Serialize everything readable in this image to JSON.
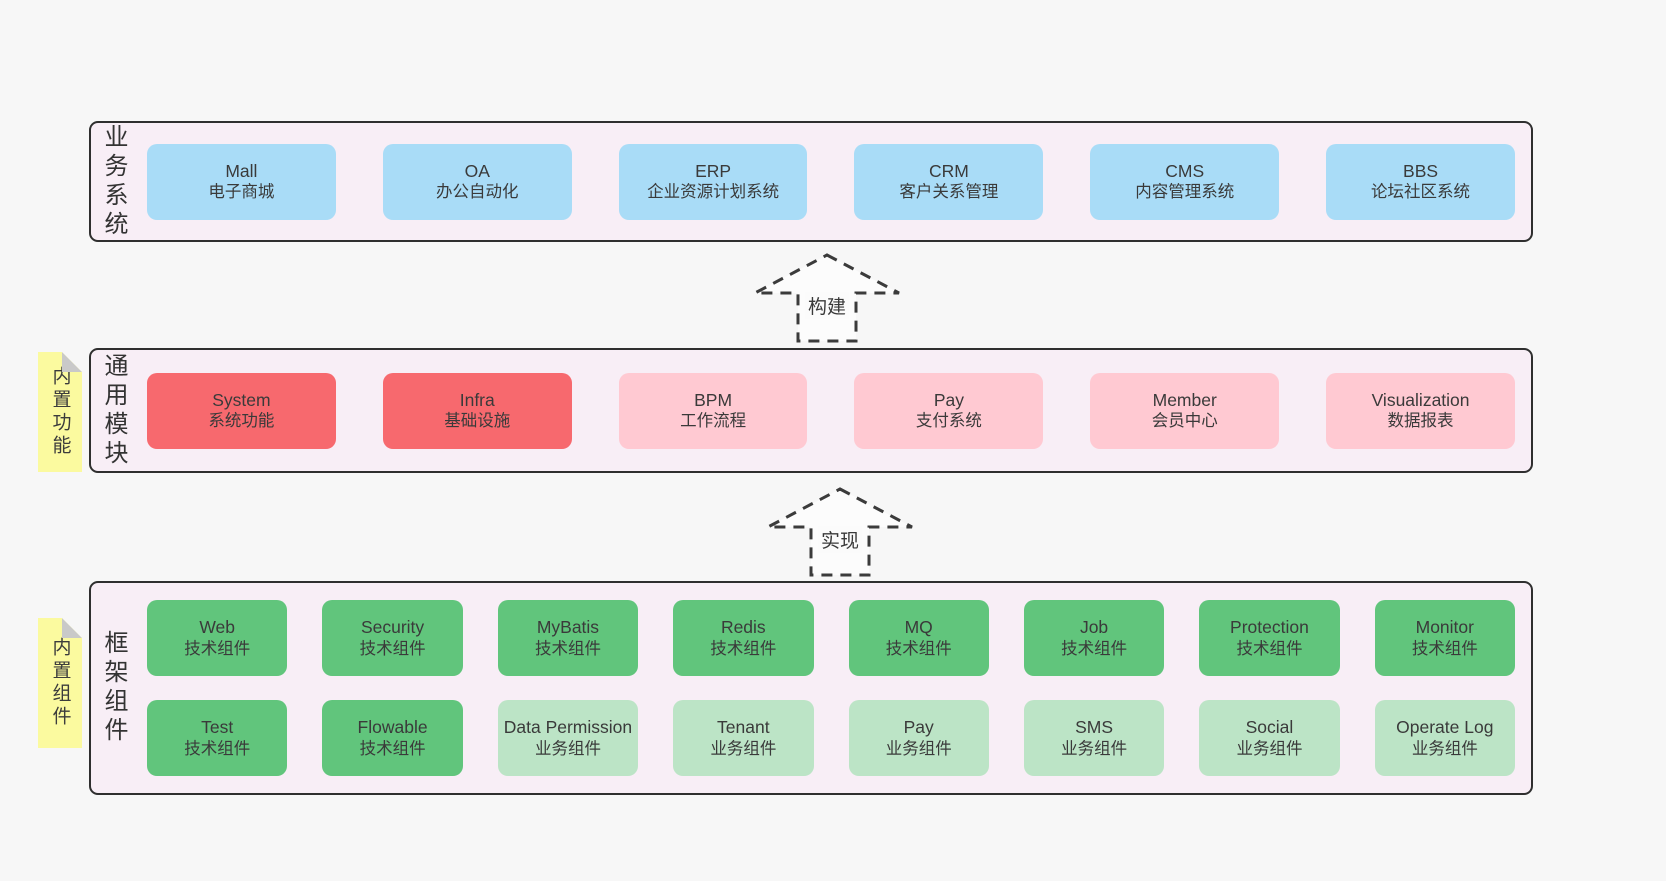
{
  "page": {
    "background": "#f7f7f7"
  },
  "diagram": {
    "colors": {
      "blue": "#a9dcf7",
      "red": "#f7696e",
      "pink": "#ffc9d2",
      "green": "#61c57c",
      "green_light": "#bce4c6",
      "band_bg": "#f8eef6",
      "band_border": "#2f2f2f",
      "sticky_bg": "#fbfa9f",
      "sticky_fold": "#c9c9c9",
      "text": "#3a3a3a"
    },
    "bands": [
      {
        "label": "业务系统",
        "sticky": "",
        "rows": [
          [
            {
              "title": "Mall",
              "subtitle": "电子商城",
              "color": "blue"
            },
            {
              "title": "OA",
              "subtitle": "办公自动化",
              "color": "blue"
            },
            {
              "title": "ERP",
              "subtitle": "企业资源计划系统",
              "color": "blue"
            },
            {
              "title": "CRM",
              "subtitle": "客户关系管理",
              "color": "blue"
            },
            {
              "title": "CMS",
              "subtitle": "内容管理系统",
              "color": "blue"
            },
            {
              "title": "BBS",
              "subtitle": "论坛社区系统",
              "color": "blue"
            }
          ]
        ]
      },
      {
        "label": "通用模块",
        "sticky": "内置功能",
        "rows": [
          [
            {
              "title": "System",
              "subtitle": "系统功能",
              "color": "red"
            },
            {
              "title": "Infra",
              "subtitle": "基础设施",
              "color": "red"
            },
            {
              "title": "BPM",
              "subtitle": "工作流程",
              "color": "pink"
            },
            {
              "title": "Pay",
              "subtitle": "支付系统",
              "color": "pink"
            },
            {
              "title": "Member",
              "subtitle": "会员中心",
              "color": "pink"
            },
            {
              "title": "Visualization",
              "subtitle": "数据报表",
              "color": "pink"
            }
          ]
        ]
      },
      {
        "label": "框架组件",
        "sticky": "内置组件",
        "rows": [
          [
            {
              "title": "Web",
              "subtitle": "技术组件",
              "color": "green"
            },
            {
              "title": "Security",
              "subtitle": "技术组件",
              "color": "green"
            },
            {
              "title": "MyBatis",
              "subtitle": "技术组件",
              "color": "green"
            },
            {
              "title": "Redis",
              "subtitle": "技术组件",
              "color": "green"
            },
            {
              "title": "MQ",
              "subtitle": "技术组件",
              "color": "green"
            },
            {
              "title": "Job",
              "subtitle": "技术组件",
              "color": "green"
            },
            {
              "title": "Protection",
              "subtitle": "技术组件",
              "color": "green"
            },
            {
              "title": "Monitor",
              "subtitle": "技术组件",
              "color": "green"
            }
          ],
          [
            {
              "title": "Test",
              "subtitle": "技术组件",
              "color": "green"
            },
            {
              "title": "Flowable",
              "subtitle": "技术组件",
              "color": "green"
            },
            {
              "title": "Data Permission",
              "subtitle": "业务组件",
              "color": "green_light"
            },
            {
              "title": "Tenant",
              "subtitle": "业务组件",
              "color": "green_light"
            },
            {
              "title": "Pay",
              "subtitle": "业务组件",
              "color": "green_light"
            },
            {
              "title": "SMS",
              "subtitle": "业务组件",
              "color": "green_light"
            },
            {
              "title": "Social",
              "subtitle": "业务组件",
              "color": "green_light"
            },
            {
              "title": "Operate Log",
              "subtitle": "业务组件",
              "color": "green_light"
            }
          ]
        ]
      }
    ],
    "arrows": [
      {
        "label": "构建"
      },
      {
        "label": "实现"
      }
    ]
  }
}
